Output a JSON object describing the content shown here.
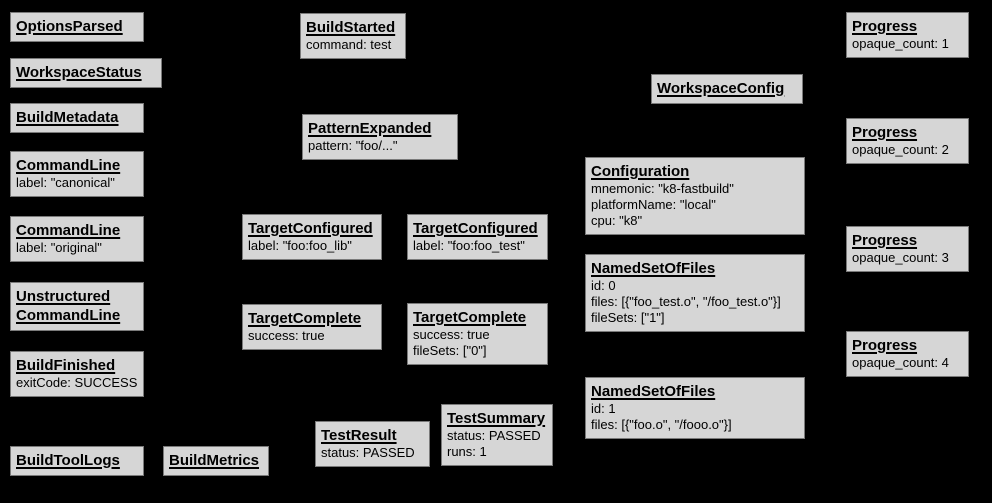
{
  "diagram": {
    "kind": "build-event-protocol-graph",
    "background_color": "#000000",
    "node_fill_color": "#d6d6d6",
    "node_border_color": "#7a7a7a",
    "node_text_color": "#000000"
  },
  "nodes": {
    "options_parsed": {
      "title": "OptionsParsed"
    },
    "workspace_status": {
      "title": "WorkspaceStatus"
    },
    "build_metadata": {
      "title": "BuildMetadata"
    },
    "command_line_canonical": {
      "title": "CommandLine",
      "lines": [
        "label: \"canonical\""
      ]
    },
    "command_line_original": {
      "title": "CommandLine",
      "lines": [
        "label: \"original\""
      ]
    },
    "unstructured_command_line": {
      "title": "Unstructured CommandLine"
    },
    "build_finished": {
      "title": "BuildFinished",
      "lines": [
        "exitCode: SUCCESS"
      ]
    },
    "build_tool_logs": {
      "title": "BuildToolLogs"
    },
    "build_metrics": {
      "title": "BuildMetrics"
    },
    "build_started": {
      "title": "BuildStarted",
      "lines": [
        "command: test"
      ]
    },
    "pattern_expanded": {
      "title": "PatternExpanded",
      "lines": [
        "pattern: \"foo/...\""
      ]
    },
    "target_configured_lib": {
      "title": "TargetConfigured",
      "lines": [
        "label: \"foo:foo_lib\""
      ]
    },
    "target_configured_test": {
      "title": "TargetConfigured",
      "lines": [
        "label: \"foo:foo_test\""
      ]
    },
    "target_complete_lib": {
      "title": "TargetComplete",
      "lines": [
        "success: true"
      ]
    },
    "target_complete_test": {
      "title": "TargetComplete",
      "lines": [
        "success: true",
        "fileSets: [\"0\"]"
      ]
    },
    "test_result": {
      "title": "TestResult",
      "lines": [
        "status: PASSED"
      ]
    },
    "test_summary": {
      "title": "TestSummary",
      "lines": [
        "status: PASSED",
        "runs: 1"
      ]
    },
    "workspace_config": {
      "title": "WorkspaceConfig"
    },
    "configuration": {
      "title": "Configuration",
      "lines": [
        "mnemonic: \"k8-fastbuild\"",
        "platformName: \"local\"",
        "cpu: \"k8\""
      ]
    },
    "named_set_of_files_0": {
      "title": "NamedSetOfFiles",
      "lines": [
        "id: 0",
        "files: [{\"foo_test.o\", \"/foo_test.o\"}]",
        "fileSets: [\"1\"]"
      ]
    },
    "named_set_of_files_1": {
      "title": "NamedSetOfFiles",
      "lines": [
        "id: 1",
        "files: [{\"foo.o\", \"/fooo.o\"}]"
      ]
    },
    "progress_1": {
      "title": "Progress",
      "lines": [
        "opaque_count: 1"
      ]
    },
    "progress_2": {
      "title": "Progress",
      "lines": [
        "opaque_count: 2"
      ]
    },
    "progress_3": {
      "title": "Progress",
      "lines": [
        "opaque_count: 3"
      ]
    },
    "progress_4": {
      "title": "Progress",
      "lines": [
        "opaque_count: 4"
      ]
    }
  }
}
